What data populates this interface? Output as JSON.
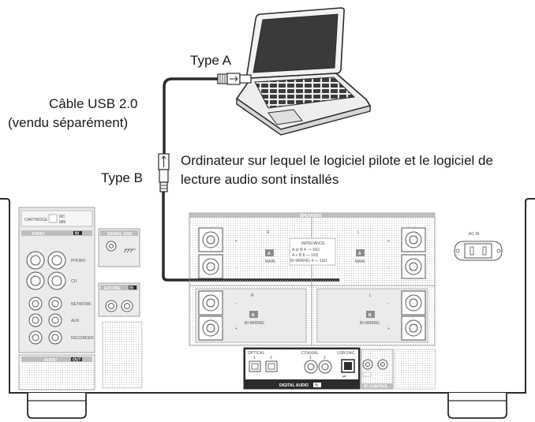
{
  "labels": {
    "type_a": "Type A",
    "cable_line1": "Câble USB 2.0",
    "cable_line2": "(vendu séparément)",
    "type_b": "Type B",
    "computer_line1": "Ordinateur sur lequel le logiciel pilote et le logiciel de",
    "computer_line2": "lecture audio sont installés"
  },
  "panel": {
    "cartridge": "CARTRIDGE",
    "cartridge_mc": "MC",
    "cartridge_mm": "MM",
    "audio_in": "AUDIO",
    "in_badge": "IN",
    "signal_gnd": "SIGNAL GND",
    "phono": "PHONO",
    "cd": "CD",
    "network": "NETWORK",
    "aux": "AUX",
    "recorder": "RECORDER",
    "ext_pre": "EXT.PRE",
    "audio_out": "AUDIO",
    "out_badge": "OUT",
    "speakers": "SPEAKERS",
    "impedance_title": "IMPEDANCE",
    "impedance_a_or_b": "A or B   4 — 16Ω",
    "impedance_a_b": "A + B   8 — 16Ω",
    "impedance_biwiring": "BI-WIRING  4 — 16Ω",
    "main": "MAIN",
    "bi_wiring": "BI-WIRING",
    "ac_in": "AC IN",
    "optical": "OPTICAL",
    "coaxial": "COAXIAL",
    "usb_dac": "USB-DAC",
    "port_1": "1",
    "port_2": "2",
    "digital_audio": "DIGITAL AUDIO",
    "ir_control": "IR CONTROL",
    "speaker_a": "A",
    "speaker_b": "B",
    "channel_r": "R",
    "channel_l": "L"
  },
  "colors": {
    "line": "#2b2b2b",
    "panel_fill": "#e6e6e6",
    "grey_box": "#bdbdbd",
    "dark_block": "#2b2b2b",
    "laptop_body": "#eeeeee",
    "laptop_screen": "#3a3a3a"
  }
}
